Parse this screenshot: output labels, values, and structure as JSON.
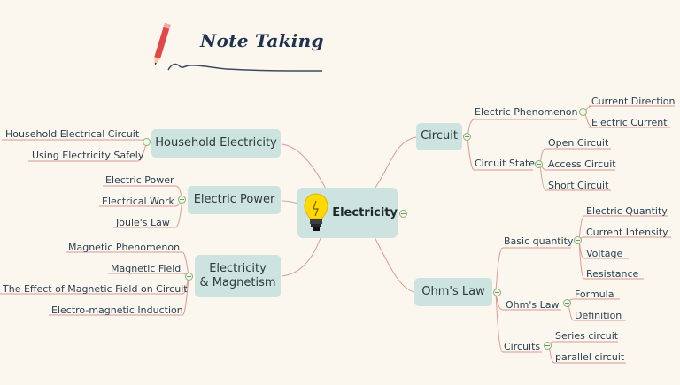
{
  "header": {
    "title": "Note Taking",
    "pencil_icon": "pencil-icon",
    "underline_icon": "squiggle-line"
  },
  "colors": {
    "background": "#fbf7ee",
    "node_fill": "#cde3df",
    "connector": "#d99a96",
    "collapse_marker": "#88b078"
  },
  "center": {
    "label": "Electricity",
    "icon": "lightbulb-icon"
  },
  "branches": {
    "household_electricity": {
      "label": "Household Electricity",
      "children": [
        "Household Electrical Circuit",
        "Using Electricity Safely"
      ]
    },
    "electric_power": {
      "label": "Electric Power",
      "children": [
        "Electric Power",
        "Electrical Work",
        "Joule's Law"
      ]
    },
    "electricity_magnetism": {
      "line1": "Electricity",
      "line2": "& Magnetism",
      "children": [
        "Magnetic Phenomenon",
        "Magnetic Field",
        "The Effect of Magnetic Field on Circuit",
        "Electro-magnetic Induction"
      ]
    },
    "circuit": {
      "label": "Circuit",
      "electric_phenomenon": {
        "label": "Electric Phenomenon",
        "children": [
          "Current Direction",
          "Electric Current"
        ]
      },
      "circuit_state": {
        "label": "Circuit State",
        "children": [
          "Open Circuit",
          "Access Circuit",
          "Short Circuit"
        ]
      }
    },
    "ohms_law": {
      "label": "Ohm's Law",
      "basic_quantity": {
        "label": "Basic quantity",
        "children": [
          "Electric Quantity",
          "Current Intensity",
          "Voltage",
          "Resistance"
        ]
      },
      "ohms_law_sub": {
        "label": "Ohm's Law",
        "children": [
          "Formula",
          "Definition"
        ]
      },
      "circuits": {
        "label": "Circuits",
        "children": [
          "Series circuit",
          "parallel circuit"
        ]
      }
    }
  }
}
